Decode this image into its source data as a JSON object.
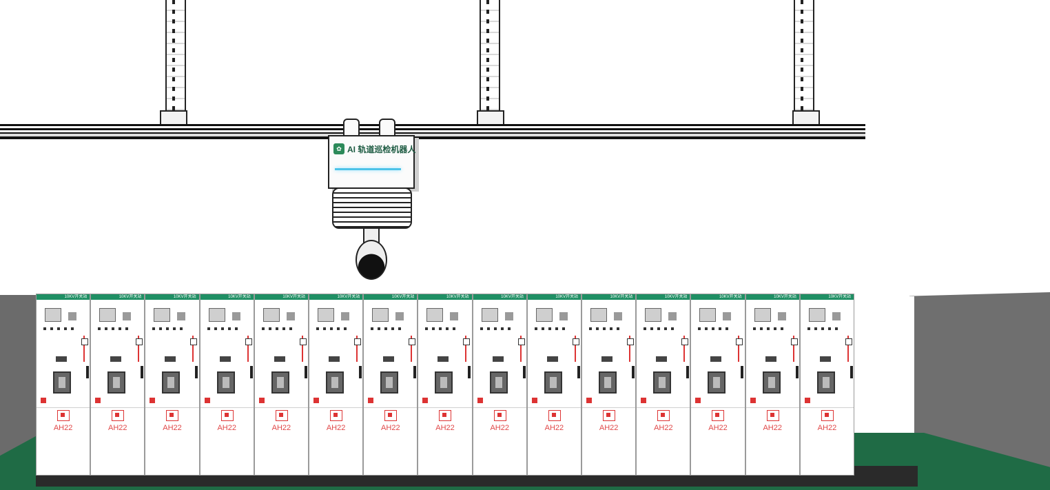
{
  "robot": {
    "title": "AI 轨道巡检机器人"
  },
  "cabinets": [
    {
      "header": "10KV开关站",
      "label": "AH22"
    },
    {
      "header": "10KV开关站",
      "label": "AH22"
    },
    {
      "header": "10KV开关站",
      "label": "AH22"
    },
    {
      "header": "10KV开关站",
      "label": "AH22"
    },
    {
      "header": "10KV开关站",
      "label": "AH22"
    },
    {
      "header": "10KV开关站",
      "label": "AH22"
    },
    {
      "header": "10KV开关站",
      "label": "AH22"
    },
    {
      "header": "10KV开关站",
      "label": "AH22"
    },
    {
      "header": "10KV开关站",
      "label": "AH22"
    },
    {
      "header": "10KV开关站",
      "label": "AH22"
    },
    {
      "header": "10KV开关站",
      "label": "AH22"
    },
    {
      "header": "10KV开关站",
      "label": "AH22"
    },
    {
      "header": "10KV开关站",
      "label": "AH22"
    },
    {
      "header": "10KV开关站",
      "label": "AH22"
    },
    {
      "header": "10KV开关站",
      "label": "AH22"
    }
  ],
  "colors": {
    "cabinet_header": "#1f8f64",
    "cabinet_label": "#e04848",
    "floor": "#1f6b45",
    "walls": "#6b6b6b"
  }
}
